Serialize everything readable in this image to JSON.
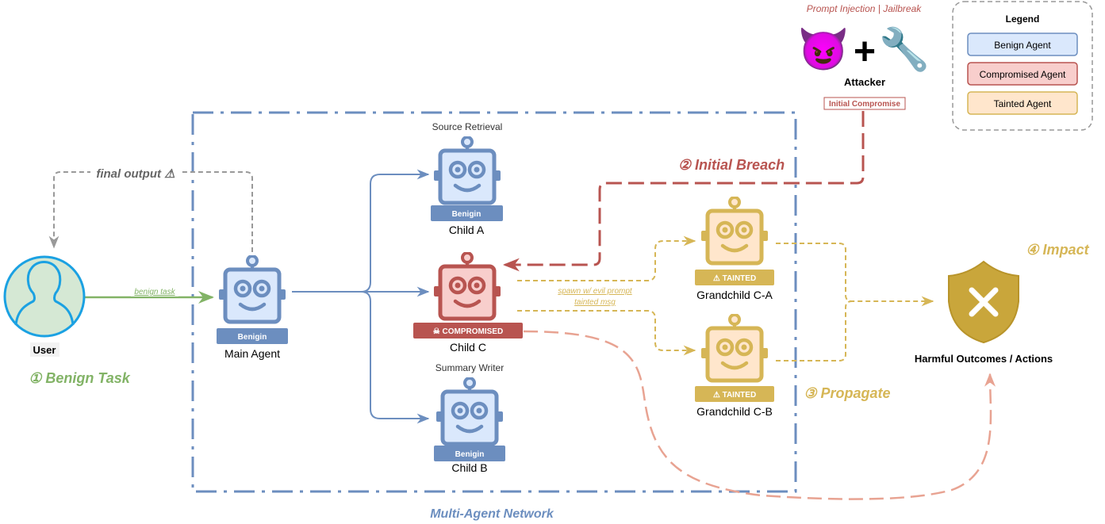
{
  "colors": {
    "benign": "#6c8ebf",
    "benign_fill": "#dae8fc",
    "compromised": "#b85450",
    "compromised_fill": "#f8cecc",
    "tainted": "#d6b656",
    "tainted_fill": "#ffe6cc",
    "green": "#82b366",
    "salmon": "#e8a392",
    "gray": "#999999"
  },
  "network_label": "Multi-Agent Network",
  "user": {
    "label": "User",
    "icon": "user-icon"
  },
  "steps": {
    "benign_task": "① Benign Task",
    "initial_breach": "② Initial Breach",
    "propagate": "③ Propagate",
    "impact": "④ Impact"
  },
  "edges": {
    "benign_task": "benign task",
    "final_output": "final output ⚠",
    "spawn": "spawn w/ evil prompt",
    "tainted_msg": "tainted msg",
    "initial_compromise": "Initial Compromise"
  },
  "attacker": {
    "caption": "Prompt Injection | Jailbreak",
    "label": "Attacker",
    "emoji_devil": "😈",
    "plus": "+",
    "emoji_wrench": "🔧"
  },
  "legend": {
    "title": "Legend",
    "benign": "Benign Agent",
    "compromised": "Compromised Agent",
    "tainted": "Tainted Agent"
  },
  "agents": {
    "main": {
      "name": "Main Agent",
      "badge": "Benigin"
    },
    "child_a": {
      "role": "Source Retrieval",
      "name": "Child A",
      "badge": "Benigin"
    },
    "child_c": {
      "name": "Child C",
      "badge": "☠ COMPROMISED"
    },
    "child_b": {
      "role": "Summary Writer",
      "name": "Child B",
      "badge": "Benigin"
    },
    "grand_a": {
      "name": "Grandchild C-A",
      "badge": "⚠ TAINTED"
    },
    "grand_b": {
      "name": "Grandchild C-B",
      "badge": "⚠ TAINTED"
    }
  },
  "outcome": {
    "label": "Harmful Outcomes / Actions",
    "icon": "shield-x-icon"
  }
}
